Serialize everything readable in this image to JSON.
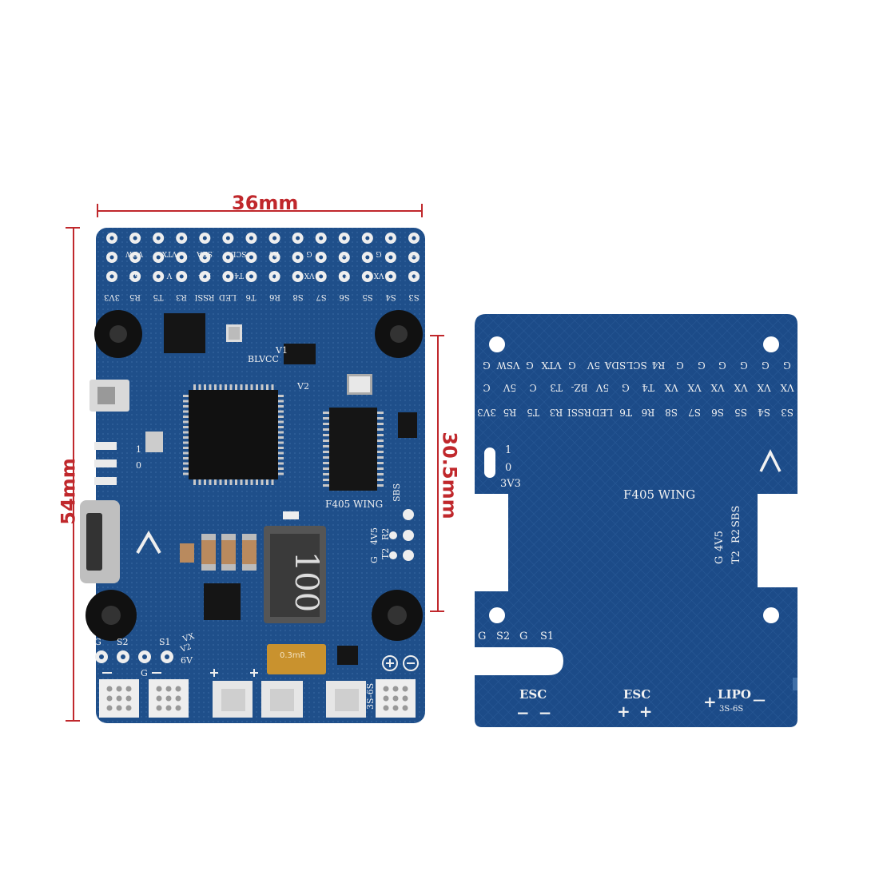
{
  "dimensions": {
    "width": "36mm",
    "height": "54mm",
    "mount": "30.5mm"
  },
  "left_board": {
    "top_labels": [
      "3V3",
      "R5",
      "T5",
      "R3",
      "RSSI",
      "LED",
      "T6",
      "R6",
      "S8",
      "S7",
      "S6",
      "S5",
      "S4",
      "S3"
    ],
    "row2_labels": [
      "5V",
      "V",
      "BZ-",
      "T4",
      "G",
      "VX",
      "VX",
      "VX",
      "VX"
    ],
    "row1_labels": [
      "VSW",
      "VTX",
      "SDA",
      "SCL",
      "R4",
      "G",
      "G",
      "G",
      "G"
    ],
    "chip_label_v1": "V1",
    "chip_label_v2": "V2",
    "blvcc": "BLVCC",
    "model": "F405 WING",
    "sbs": "SBS",
    "r2": "R2",
    "t2": "T2",
    "v45": "4V5",
    "g": "G",
    "led_1": "1",
    "led_0": "0",
    "inductor": "100",
    "bottom_g1": "G",
    "bottom_s2": "S2",
    "bottom_g2": "G",
    "bottom_s1": "S1",
    "vx": "VX",
    "v2b": "V2",
    "v6": "6V",
    "shunt": "0.3mR",
    "lipo": "3S-6S"
  },
  "right_board": {
    "row1": [
      "G",
      "VSW",
      "G",
      "VTX",
      "G",
      "5V",
      "SDA",
      "SCL",
      "R4",
      "G",
      "G",
      "G",
      "G",
      "G",
      "G"
    ],
    "row2": [
      "C",
      "5V",
      "C",
      "T3",
      "BZ-",
      "5V",
      "G",
      "T4",
      "VX",
      "VX",
      "VX",
      "VX",
      "VX",
      "VX"
    ],
    "row3": [
      "3V3",
      "R5",
      "T5",
      "R3",
      "RSSI",
      "LED",
      "T6",
      "R6",
      "S8",
      "S7",
      "S6",
      "S5",
      "S4",
      "S3"
    ],
    "side_1": "1",
    "side_0": "0",
    "side_3v3": "3V3",
    "model": "F405 WING",
    "g": "G",
    "v45": "4V5",
    "r2": "R2",
    "sbs": "SBS",
    "t2": "T2",
    "bottom_g1": "G",
    "bottom_s2": "S2",
    "bottom_g2": "G",
    "bottom_s1": "S1",
    "esc1": "ESC",
    "esc1_signs": "− −",
    "esc2": "ESC",
    "esc2_signs": "+ +",
    "lipo": "LIPO",
    "lipo_plus": "+",
    "lipo_minus": "—",
    "lipo_range": "3S-6S"
  }
}
